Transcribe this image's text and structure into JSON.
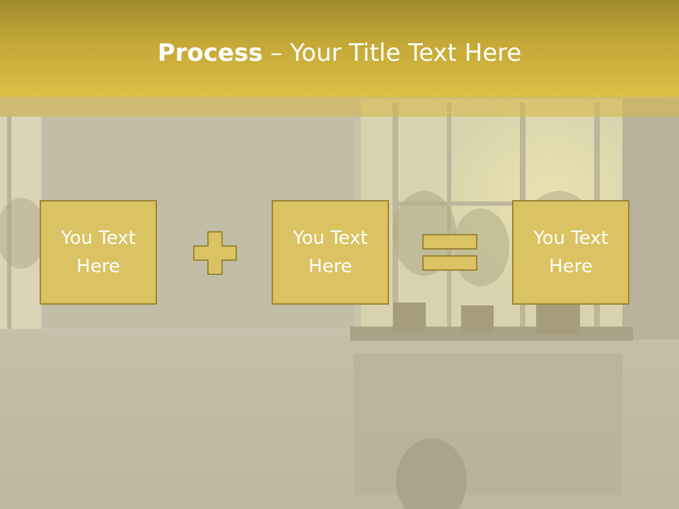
{
  "title": {
    "bold": "Process",
    "rest": " – Your Title Text Here"
  },
  "boxes": [
    {
      "text": "You Text Here"
    },
    {
      "text": "You Text Here"
    },
    {
      "text": "You Text Here"
    }
  ],
  "operators": [
    "plus",
    "equals"
  ],
  "colors": {
    "title_bar": "#c4a838",
    "box_fill": "#dbc262",
    "box_border": "#9b8533",
    "text": "#ffffff",
    "background": "#c9c5b0"
  }
}
